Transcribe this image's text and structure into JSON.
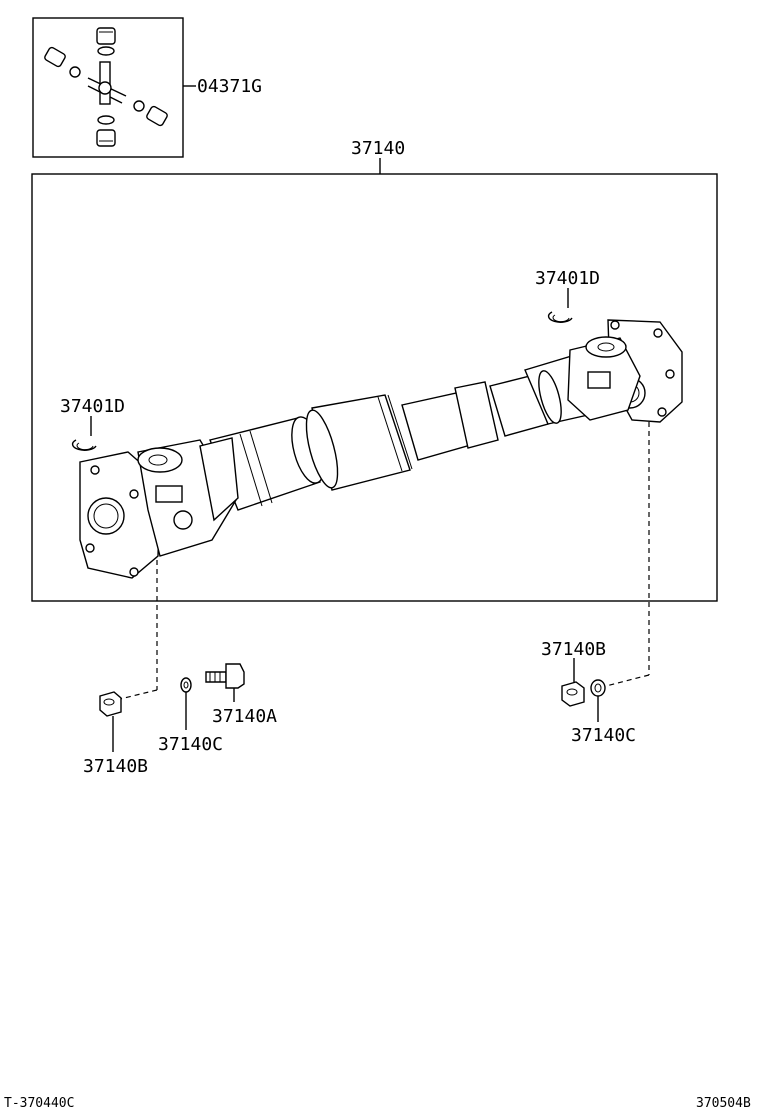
{
  "parts": {
    "kit": "04371G",
    "shaft": "37140",
    "snap_ring_right": "37401D",
    "snap_ring_left": "37401D",
    "nut_right": "37140B",
    "washer_right": "37140C",
    "bolt_left": "37140A",
    "washer_left": "37140C",
    "nut_left": "37140B"
  },
  "footer": {
    "left_code": "T-370440C",
    "right_code": "370504B"
  }
}
